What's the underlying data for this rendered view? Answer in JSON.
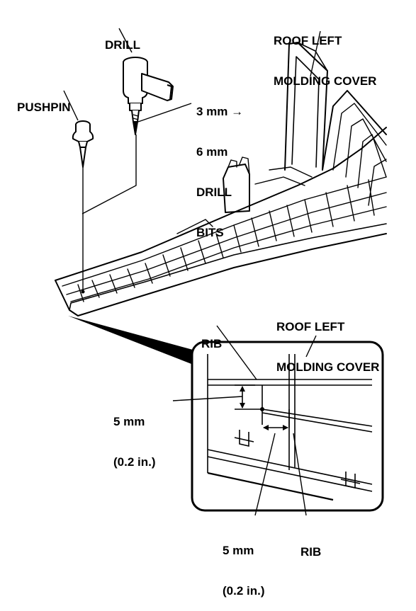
{
  "labels": {
    "drill": "DRILL",
    "pushpin": "PUSHPIN",
    "roof_cover_top_line1": "ROOF LEFT",
    "roof_cover_top_line2": "MOLDING COVER",
    "drill_bits_line1": "3 mm →",
    "drill_bits_line2": "6 mm",
    "drill_bits_line3": "DRILL",
    "drill_bits_line4": "BITS",
    "roof_cover_detail_line1": "ROOF LEFT",
    "roof_cover_detail_line2": "MOLDING COVER",
    "rib_top": "RIB",
    "rib_bottom": "RIB",
    "dim_vertical_line1": "5 mm",
    "dim_vertical_line2": "(0.2 in.)",
    "dim_horizontal_line1": "5 mm",
    "dim_horizontal_line2": "(0.2 in.)"
  }
}
